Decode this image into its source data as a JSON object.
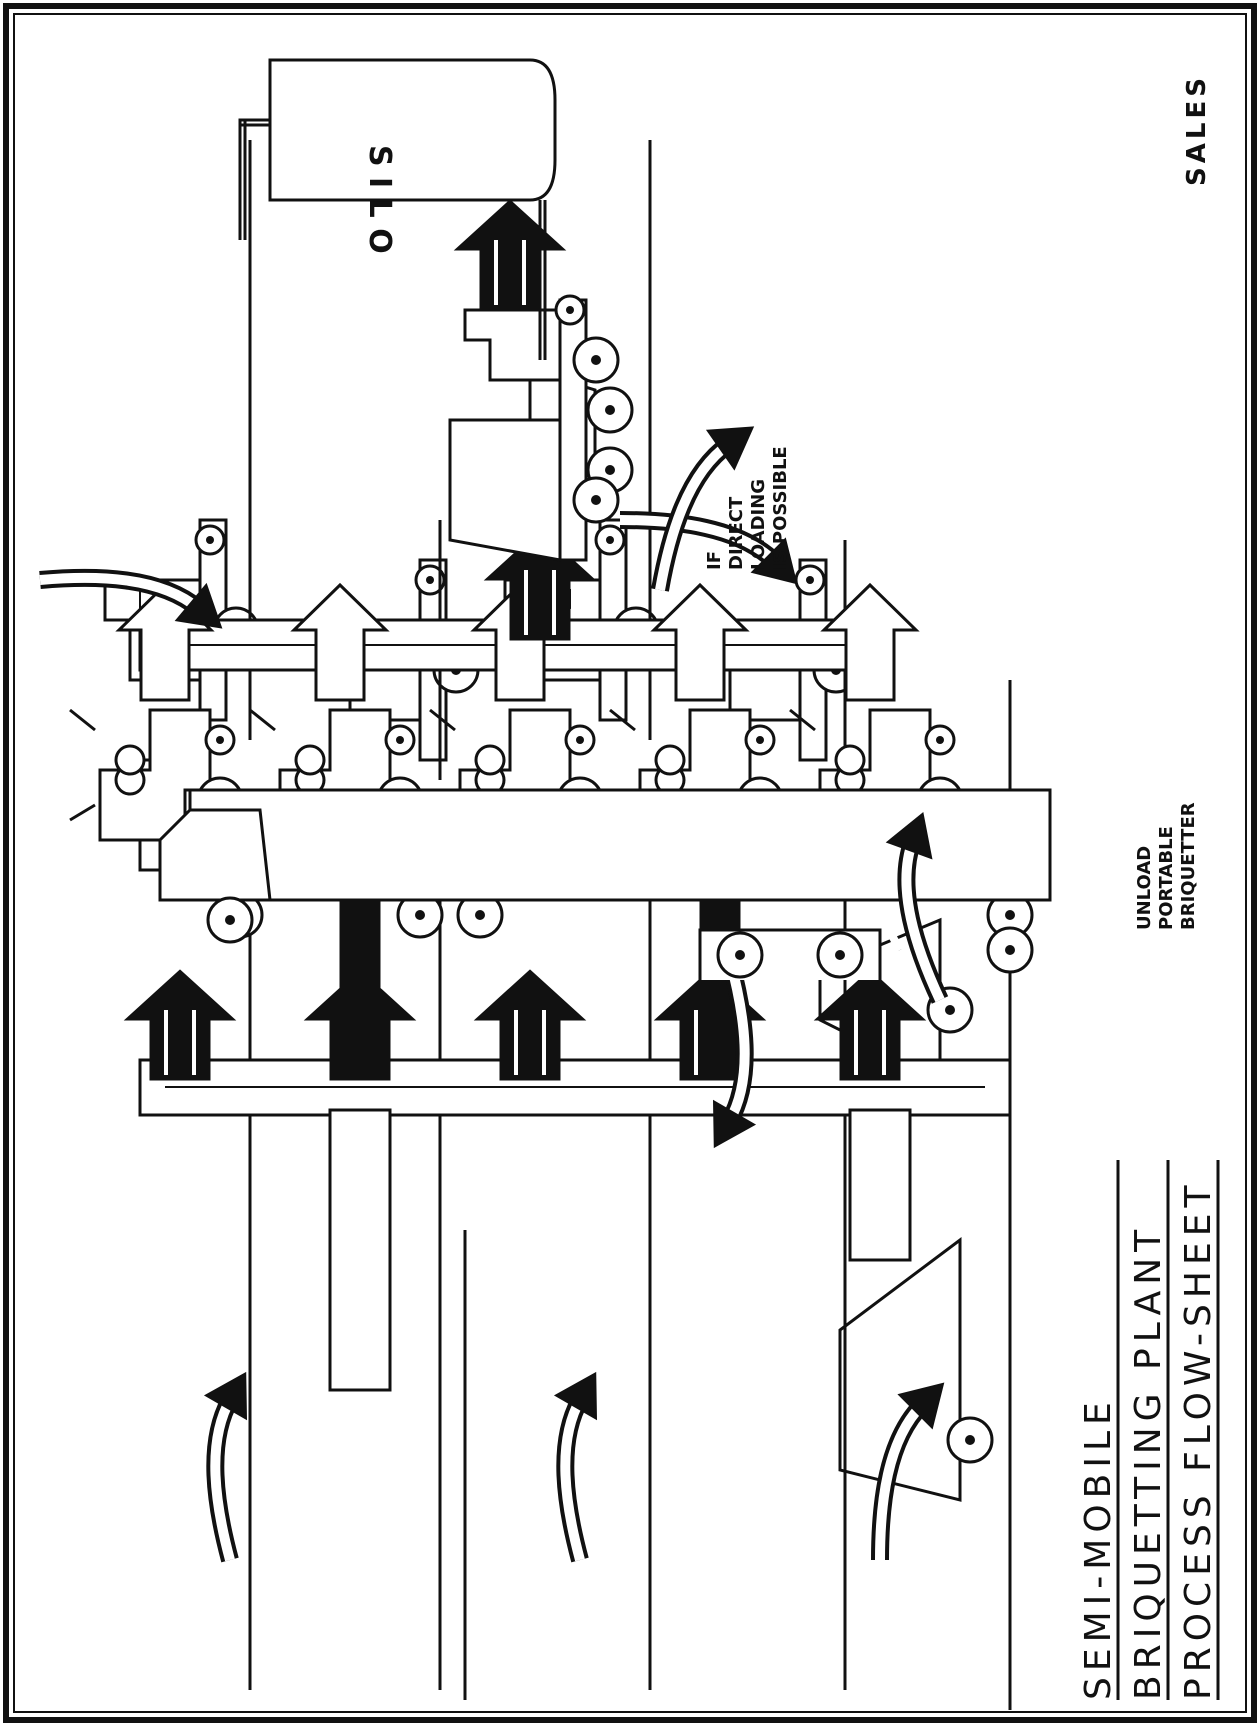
{
  "title": {
    "line1": "SEMI-MOBILE",
    "line2": "BRIQUETTING PLANT",
    "line3": "PROCESS FLOW-SHEET"
  },
  "labels": {
    "silo": "S I L O",
    "sales": "SALES",
    "direct_loading": [
      "IF",
      "DIRECT",
      "LOADING",
      "IS POSSIBLE"
    ],
    "unload": [
      "UNLOAD",
      "PORTABLE",
      "BRIQUETTER"
    ]
  },
  "colors": {
    "ink": "#111111",
    "paper": "#ffffff"
  }
}
